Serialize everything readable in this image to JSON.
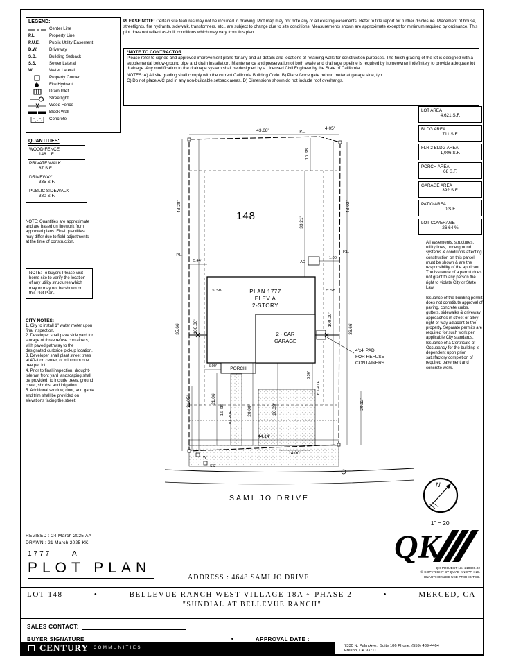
{
  "legend": {
    "title": "LEGEND:",
    "items": [
      {
        "sym": "",
        "label": "Center Line"
      },
      {
        "sym": "P.L.",
        "label": "Property Line"
      },
      {
        "sym": "P.U.E.",
        "label": "Public Utility Easement"
      },
      {
        "sym": "D.W.",
        "label": "Driveway"
      },
      {
        "sym": "S.B.",
        "label": "Building Setback"
      },
      {
        "sym": "S.S.",
        "label": "Sewer Lateral"
      },
      {
        "sym": "W.",
        "label": "Water Lateral"
      },
      {
        "sym": "",
        "label": "Property Corner"
      },
      {
        "sym": "",
        "label": "Fire Hydrant"
      },
      {
        "sym": "",
        "label": "Drain Inlet"
      },
      {
        "sym": "",
        "label": "Streetlight"
      },
      {
        "sym": "",
        "label": "Wood Fence"
      },
      {
        "sym": "",
        "label": "Block Wall"
      },
      {
        "sym": "",
        "label": "Concrete"
      }
    ]
  },
  "please_note": {
    "label": "PLEASE NOTE:",
    "body": "Certain site features may not be included in drawing. Plot map may not note any or all existing easements. Refer to title report for further disclosure. Placement of house, streetlights, fire hydrants, sidewalk, transformers, etc., are subject to change due to site conditions. Measurements shown are approximate except for minimum required by ordinance. This plot does not reflect as-built conditions which may vary from this plan."
  },
  "contractor_note": {
    "title": "*NOTE TO CONTRACTOR",
    "body": "Please refer to signed and approved improvement plans for any and all details and locations of retaining walls for construction purposes. The finish grading of the lot is designed with a supplemental below-ground pipe and drain installation. Maintenance and preservation of both swale and drainage pipeline is required by homeowner indefinitely to provide adequate lot drainage. Any modification to the drainage system shall be designed by a Licensed Civil Engineer by the State of California.",
    "notes_a": "NOTES:  A) All site grading shall comply with the current California Building Code.  B) Place fence gate behind meter at garage side, typ.",
    "notes_c": "C) Do not place A/C pad in any non-buildable setback areas.  D) Dimensions shown do not include roof overhangs."
  },
  "areas": [
    {
      "label": "LOT AREA",
      "value": "4,621 S.F."
    },
    {
      "label": "BLDG AREA",
      "value": "711 S.F."
    },
    {
      "label": "FLR 2 BLDG AREA",
      "value": "1,006 S.F."
    },
    {
      "label": "PORCH AREA",
      "value": "68 S.F."
    },
    {
      "label": "GARAGE AREA",
      "value": "392 S.F."
    },
    {
      "label": "PATIO AREA",
      "value": "0 S.F."
    },
    {
      "label": "LOT COVERAGE",
      "value": "26.64 %"
    }
  ],
  "legal": {
    "p1": "All easements, structures, utility lines, underground systems & conditions affecting construction on this parcel must be shown & are the responsibility of the applicant. The issuance of a permit does not grant to any person the right to violate City or State Law.",
    "p2": "Issuance of the building permit does not constitute approval of paving, concrete curbs, gutters, sidewalks & driveway approaches in street or alley right-of-way adjacent to the property. Separate permits are required for such work per applicable City standards. Issuance of a Certificate of Occupancy for the building is dependent upon prior satisfactory completion of required pavement and concrete work."
  },
  "quantities": {
    "title": "QUANTITIES:",
    "items": [
      {
        "label": "WOOD FENCE",
        "value": "148 L.F."
      },
      {
        "label": "PRIVATE WALK",
        "value": "87 S.F."
      },
      {
        "label": "DRIVEWAY",
        "value": "335 S.F."
      },
      {
        "label": "PUBLIC SIDEWALK",
        "value": "380 S.F."
      }
    ],
    "note": "NOTE: Quantities are approximate and are based on linework from approved plans. Final quantities may differ due to field adjustments at the time of construction."
  },
  "buyer_note": "NOTE: To buyers Please visit home site to verify the location of any utility structures which may or may not be shown on this Plot Plan.",
  "city_notes": {
    "title": "CITY NOTES:",
    "items": [
      "1. City to install 1\" water meter upon final inspection.",
      "2. Developer shall pave side yard for storage of three refuse containers, with paved pathway to the designated curbside pickup location.",
      "3. Developer shall plant street trees at 40-ft on center, or minimum one tree per lot.",
      "4. Prior to final inspection, drought-tolerant front yard landscaping shall be provided, to include trees, ground cover, shrubs, and irrigation.",
      "5. Additional window, door, and gable end trim shall be provided on elevations facing the street."
    ]
  },
  "plot": {
    "lot_number": "148",
    "dim_top": "43.68'",
    "pl_top": "P.L.",
    "dim_top_right": "4.05'",
    "sb10": "10' SB",
    "dim_mid": "33.21'",
    "dim_left_upper": "43.28'",
    "dim_right_upper": "43.02'",
    "pl_left": "P.L.",
    "pl_right": "P.L.",
    "dim_544": "5.44'",
    "ac": "AC",
    "dim_100": "1.00'",
    "sb5_left": "5' SB",
    "sb5_right": "5' SB",
    "plan_line1": "PLAN 1777",
    "plan_line2": "ELEV A",
    "plan_line3": "2-STORY",
    "garage_line1": "2 - CAR",
    "garage_line2": "GARAGE",
    "porch": "PORCH",
    "dim_500": "5.00'",
    "dim_left_100": "100.00'",
    "dim_left_mid": "35.66'",
    "dim_right_100": "100.00'",
    "dim_right_mid": "36.66'",
    "pad_line1": "4'x4' PAD",
    "pad_line2": "FOR REFUSE",
    "pad_line3": "CONTAINERS",
    "dim_2105": "21.05'",
    "dim_2106": "21.06'",
    "sb15": "15' SB",
    "pue10": "10' PUE",
    "dim_2000": "20.00'",
    "dim_2039": "20.39'",
    "dim_636": "6.36'",
    "gate": "6' GATE",
    "dim_2012": "20.12'",
    "dim_4414": "44.14'",
    "dim_1400": "14.00'",
    "w_label": "W",
    "ss_label": "SS",
    "street": "SAMI JO DRIVE"
  },
  "compass": {
    "n": "N",
    "scale": "1\" = 20'"
  },
  "titleblock": {
    "revised": "REVISED :  24 March 2025  AA",
    "drawn": "DRAWN :  21 March 2025  KK",
    "plan_no": "1777",
    "plan_rev": "A",
    "title": "PLOT PLAN",
    "address": "ADDRESS :  4648 SAMI JO DRIVE"
  },
  "qk": {
    "project": "QK PROJECT No. 210806.02",
    "copyright": "© COPYRIGHT BY QUAD KNOPF, INC.",
    "unauthorized": "UNAUTHORIZED USE PROHIBITED."
  },
  "banner": {
    "lot": "LOT 148",
    "bullet1": "•",
    "community": "BELLEVUE RANCH WEST VILLAGE 18A ~ PHASE 2",
    "bullet2": "•",
    "city": "MERCED, CA",
    "subtitle": "\"SUNDIAL AT BELLEVUE RANCH\""
  },
  "sales": {
    "contact_label": "SALES CONTACT:",
    "signature_label": "BUYER SIGNATURE",
    "bullet": "•",
    "approval_label": "APPROVAL DATE :"
  },
  "footer": {
    "brand_primary": "CENTURY",
    "brand_secondary": "COMMUNITIES",
    "address_line1": "7330 N. Palm Ave., Suite 106   Phone:  (559) 439-4464",
    "address_line2": "Fresno, CA  93711"
  }
}
